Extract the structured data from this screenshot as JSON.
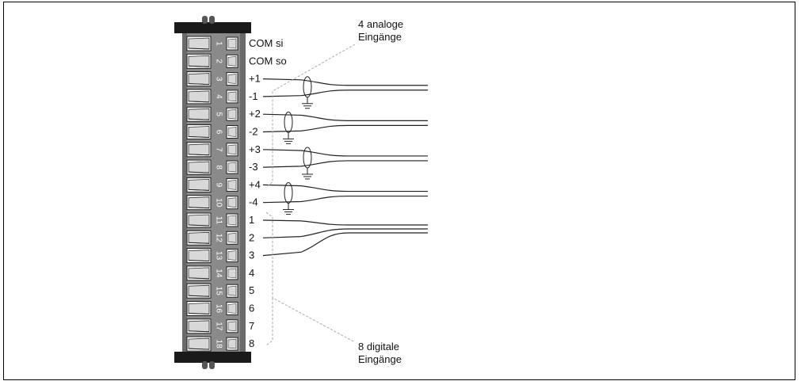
{
  "terminal_block": {
    "pin_numbers": [
      "1",
      "2",
      "3",
      "4",
      "5",
      "6",
      "7",
      "8",
      "9",
      "10",
      "11",
      "12",
      "13",
      "14",
      "15",
      "16",
      "17",
      "18"
    ],
    "labels": [
      "COM si",
      "COM so",
      "+1",
      "-1",
      "+2",
      "-2",
      "+3",
      "-3",
      "+4",
      "-4",
      "1",
      "2",
      "3",
      "4",
      "5",
      "6",
      "7",
      "8"
    ]
  },
  "callouts": {
    "analog": {
      "line1": "4 analoge",
      "line2": "Eingänge"
    },
    "digital": {
      "line1": "8 digitale",
      "line2": "Eingänge"
    }
  },
  "wiring": {
    "analog_pairs": 4,
    "shielded": true,
    "digital_wired": 3
  },
  "colors": {
    "block_body": "#8a8a8a",
    "cap": "#1a1a1a",
    "callout_line": "#aaaaaa"
  }
}
